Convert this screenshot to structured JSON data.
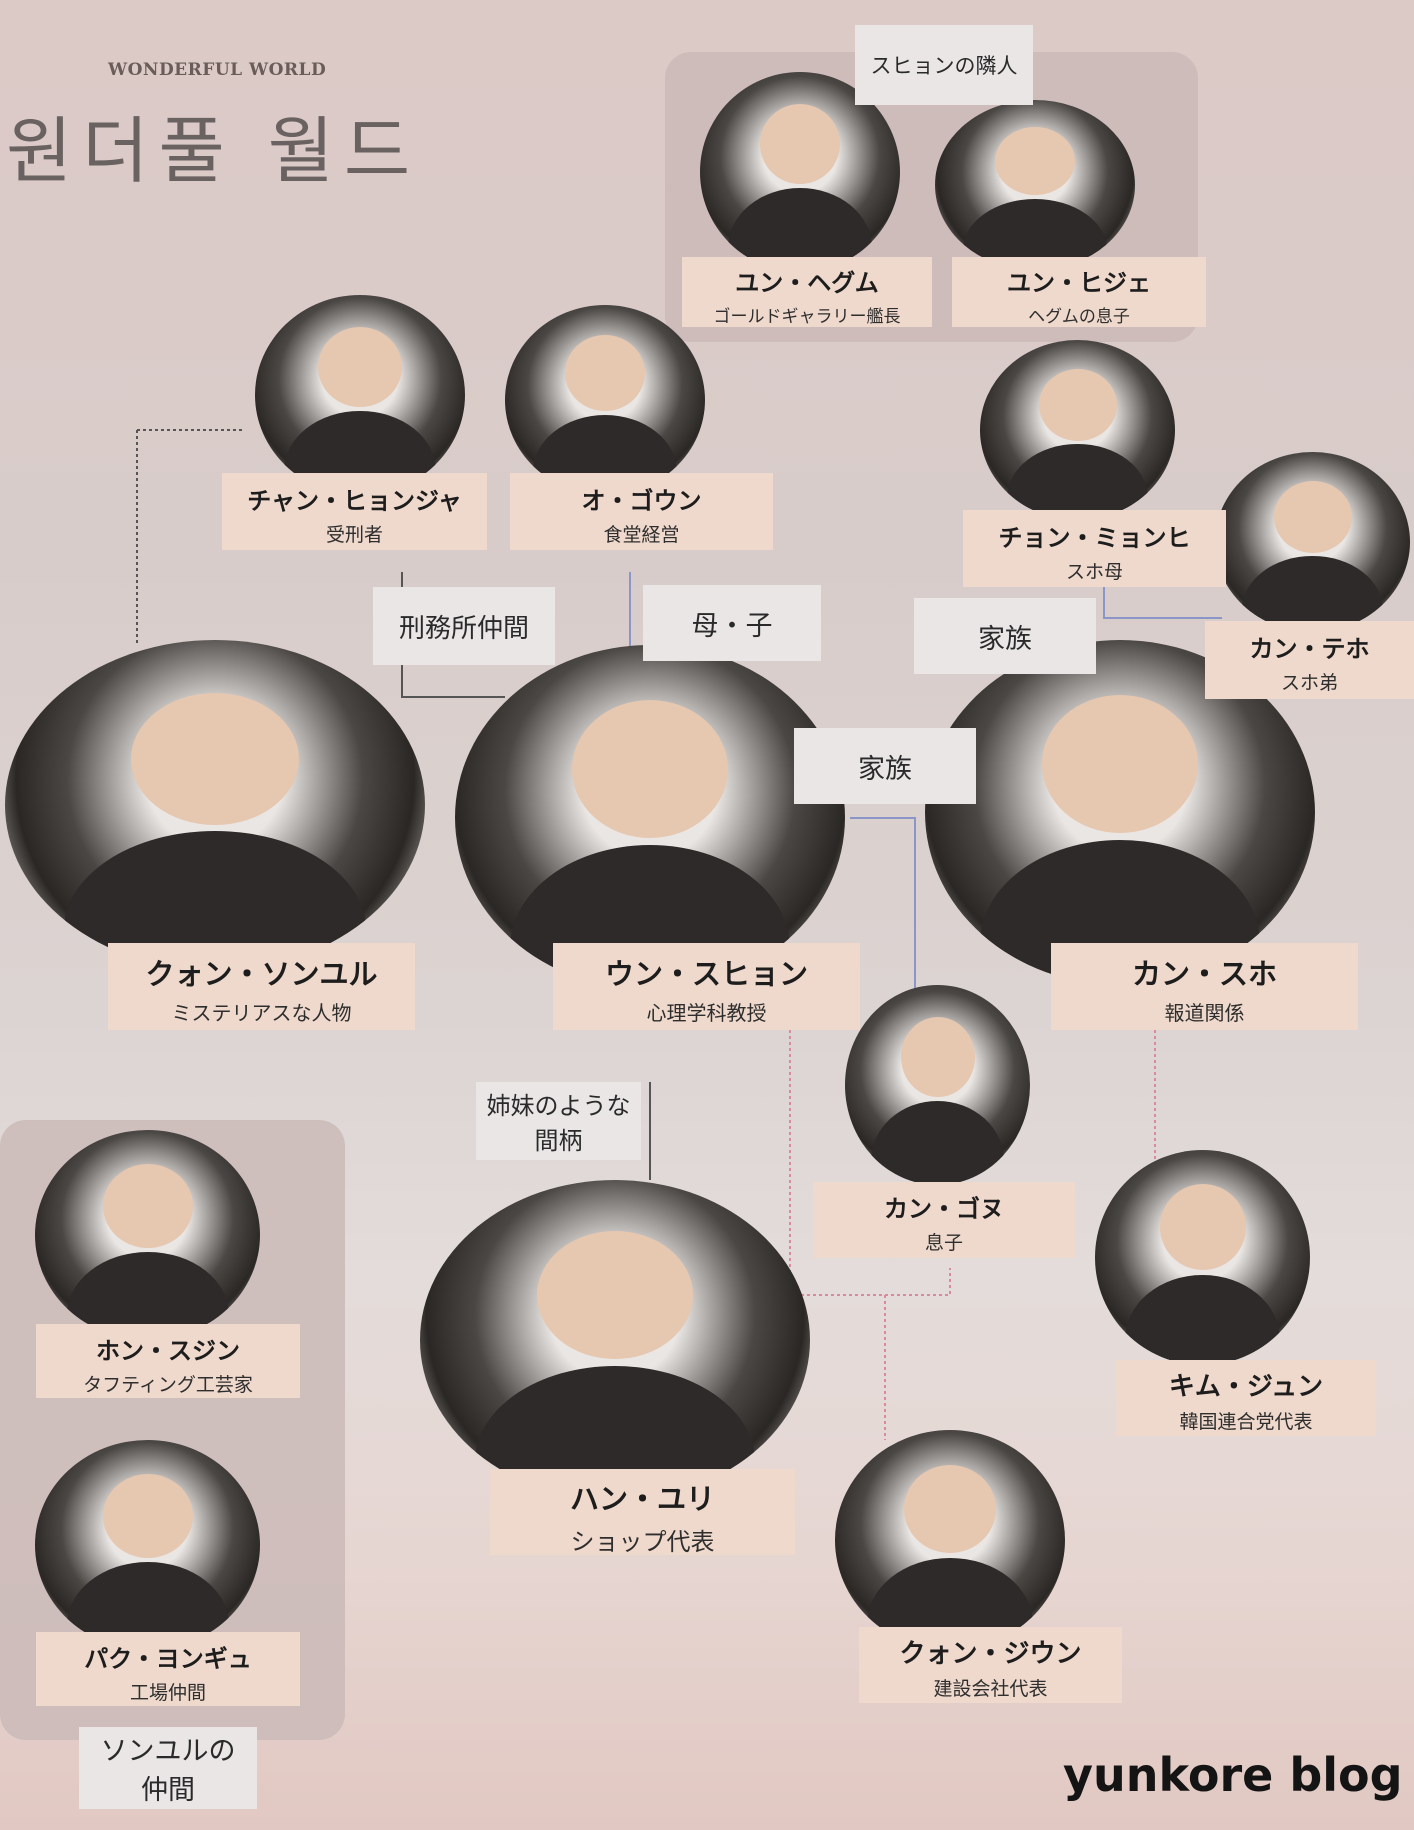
{
  "logo": {
    "english": "WONDERFUL WORLD",
    "korean": "원더풀 월드"
  },
  "characters": {
    "hyegum": {
      "name": "ユン・ヘグム",
      "role": "ゴールドギャラリー艦長"
    },
    "hije": {
      "name": "ユン・ヒジェ",
      "role": "ヘグムの息子"
    },
    "hyonja": {
      "name": "チャン・ヒョンジャ",
      "role": "受刑者"
    },
    "gowun": {
      "name": "オ・ゴウン",
      "role": "食堂経営"
    },
    "myonhi": {
      "name": "チョン・ミョンヒ",
      "role": "スホ母"
    },
    "teho": {
      "name": "カン・テホ",
      "role": "スホ弟"
    },
    "sonyul": {
      "name": "クォン・ソンユル",
      "role": "ミステリアスな人物"
    },
    "suhyon": {
      "name": "ウン・スヒョン",
      "role": "心理学科教授"
    },
    "suho": {
      "name": "カン・スホ",
      "role": "報道関係"
    },
    "gonu": {
      "name": "カン・ゴヌ",
      "role": "息子"
    },
    "sujin": {
      "name": "ホン・スジン",
      "role": "タフティング工芸家"
    },
    "yuri": {
      "name": "ハン・ユリ",
      "role": "ショップ代表"
    },
    "jun": {
      "name": "キム・ジュン",
      "role": "韓国連合党代表"
    },
    "yongyu": {
      "name": "パク・ヨンギュ",
      "role": "工場仲間"
    },
    "jiun": {
      "name": "クォン・ジウン",
      "role": "建設会社代表"
    }
  },
  "relations": {
    "neighbors": "スヒョンの隣人",
    "prison": "刑務所仲間",
    "mother_child": "母・子",
    "family_top": "家族",
    "family_mid": "家族",
    "sisters_1": "姉妹のような",
    "sisters_2": "間柄",
    "friends_1": "ソンユルの",
    "friends_2": "仲間"
  },
  "blog": "yunkore blog"
}
